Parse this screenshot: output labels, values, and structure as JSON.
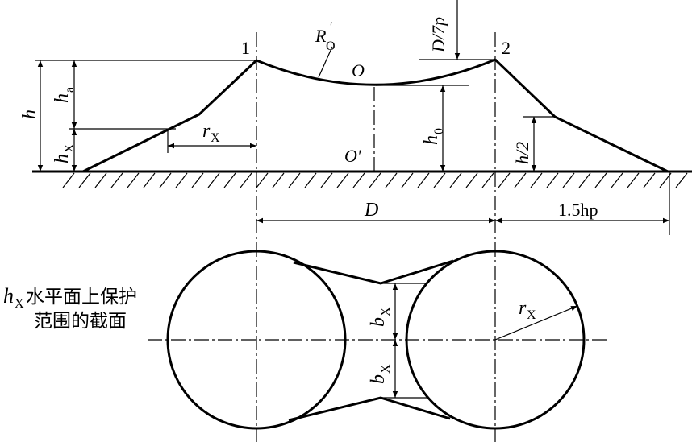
{
  "labels": {
    "point1": "1",
    "point2": "2",
    "R_O": "R",
    "R_O_sub": "O",
    "R_O_prime": "′",
    "O": "O",
    "O_prime": "O′",
    "D_over_7p": "D/7p",
    "h": "h",
    "h_a": "h",
    "h_a_sub": "a",
    "h_x": "h",
    "h_x_sub": "X",
    "r_x_top": "r",
    "r_x_top_sub": "X",
    "h_0": "h",
    "h_0_sub": "0",
    "h_half": "h/2",
    "D": "D",
    "one_point_five_hp": "1.5hp",
    "b_x_upper": "b",
    "b_x_upper_sub": "X",
    "b_x_lower": "b",
    "b_x_lower_sub": "X",
    "r_x_bottom": "r",
    "r_x_bottom_sub": "X",
    "section_h": "h",
    "section_h_sub": "X",
    "section_line1": "水平面上保护",
    "section_line2": "范围的截面"
  }
}
